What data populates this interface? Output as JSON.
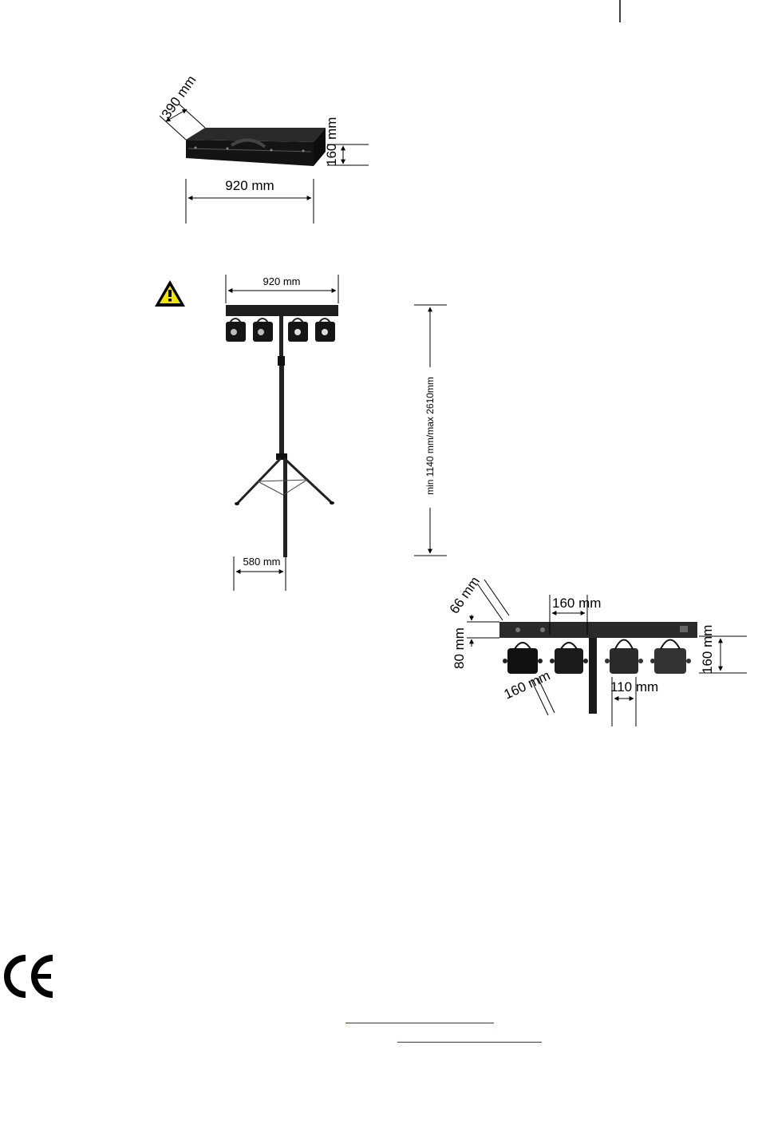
{
  "bag": {
    "depth": "390 mm",
    "height": "160 mm",
    "width": "920 mm"
  },
  "stand": {
    "bar_width": "920 mm",
    "height_range": "min 1140 mm/max 2610mm",
    "leg_span": "580 mm"
  },
  "detail": {
    "top_gap": "66 mm",
    "spacing_top": "160 mm",
    "head_depth": "80 mm",
    "head_height": "160 mm",
    "spacing_bottom": "160 mm",
    "head_width": "110 mm"
  },
  "icons": {
    "warning": "warning-triangle-icon",
    "ce_mark": "ce-mark-logo",
    "warning_color": "#f2e400",
    "link_color": "#1a2ee8"
  },
  "ce_mark_text": "CE"
}
